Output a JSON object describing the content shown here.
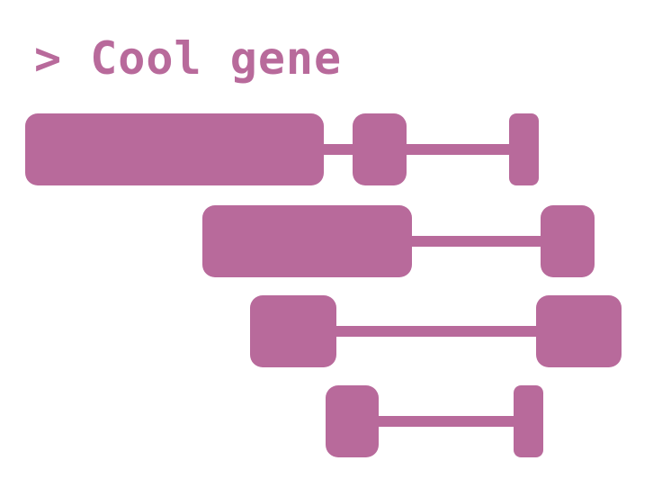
{
  "title": "> Cool gene",
  "colors": {
    "accent": "#b86a9b",
    "background": "#ffffff"
  },
  "transcripts": [
    {
      "id": "transcript-1",
      "exon_count": 3
    },
    {
      "id": "transcript-2",
      "exon_count": 2
    },
    {
      "id": "transcript-3",
      "exon_count": 2
    },
    {
      "id": "transcript-4",
      "exon_count": 2
    }
  ]
}
